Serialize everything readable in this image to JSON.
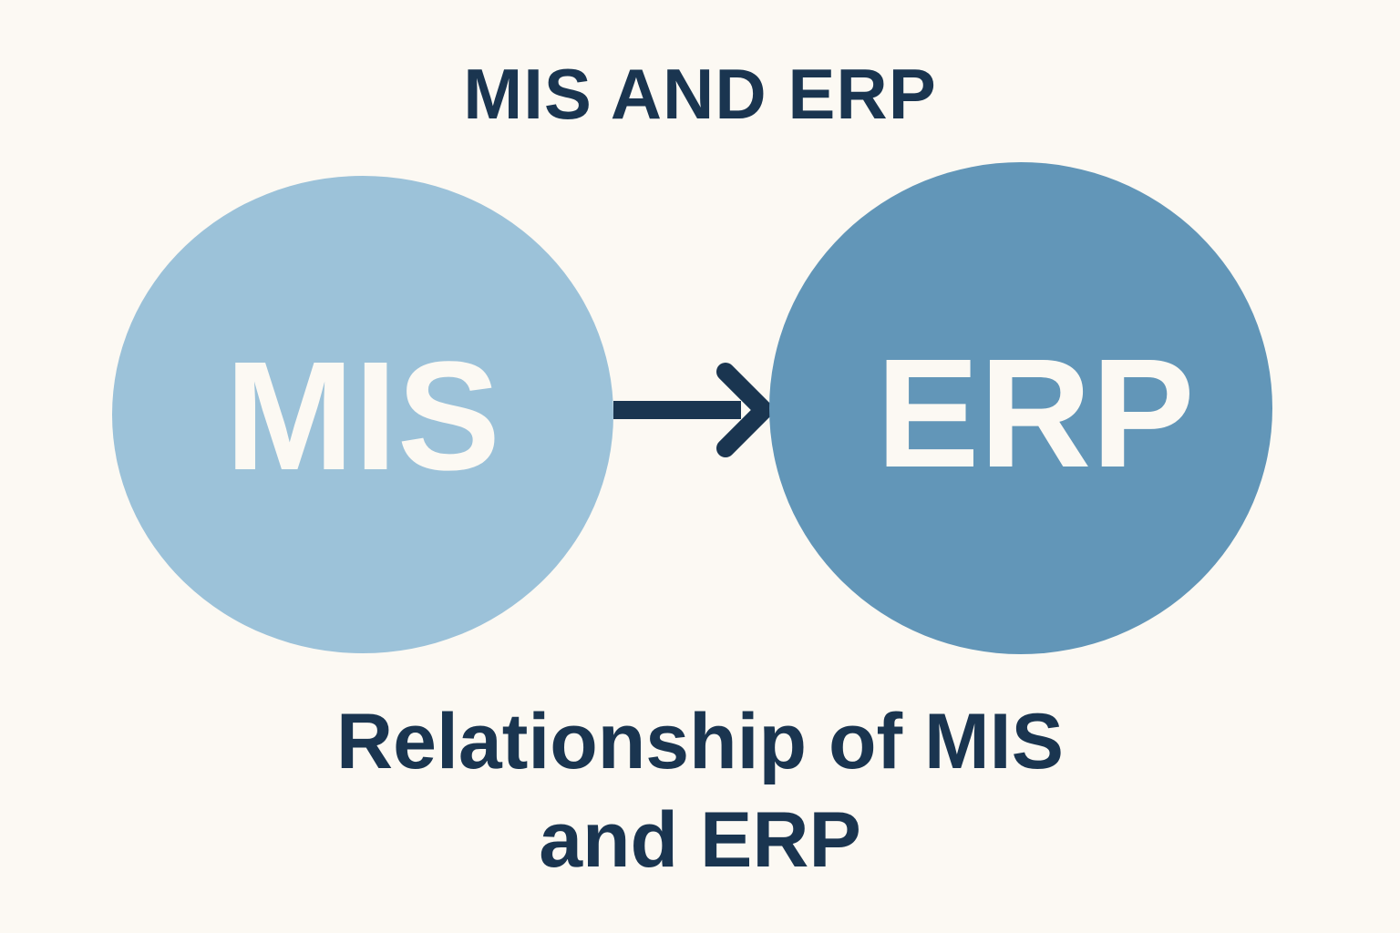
{
  "title": "MIS AND ERP",
  "nodes": [
    {
      "id": "mis",
      "label": "MIS",
      "color": "#9cc2d9"
    },
    {
      "id": "erp",
      "label": "ERP",
      "color": "#6296b8"
    }
  ],
  "edge": {
    "from": "mis",
    "to": "erp",
    "icon": "arrow-right-icon",
    "color": "#1a3550"
  },
  "caption": {
    "line1": "Relationship of MIS",
    "line2": "and ERP"
  },
  "colors": {
    "background": "#fcf9f3",
    "text": "#1a3550"
  }
}
